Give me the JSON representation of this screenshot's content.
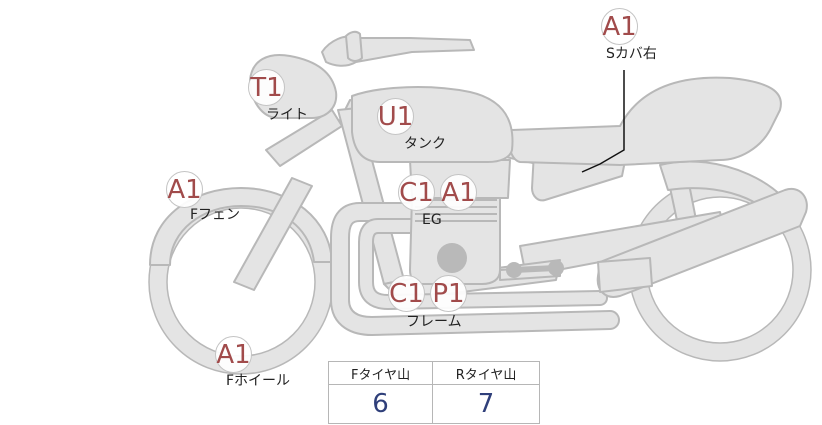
{
  "parts": {
    "light": {
      "code": "T1",
      "label": "ライト"
    },
    "tank": {
      "code": "U1",
      "label": "タンク"
    },
    "side_cover_right": {
      "code": "A1",
      "label": "Sカバ右"
    },
    "front_fender": {
      "code": "A1",
      "label": "Fフェン"
    },
    "engine": {
      "codes": [
        "C1",
        "A1"
      ],
      "label": "EG"
    },
    "frame": {
      "codes": [
        "C1",
        "P1"
      ],
      "label": "フレーム"
    },
    "front_wheel": {
      "code": "A1",
      "label": "Fホイール"
    }
  },
  "tire_table": {
    "headers": [
      "Fタイヤ山",
      "Rタイヤ山"
    ],
    "values": [
      "6",
      "7"
    ]
  },
  "colors": {
    "code_text": "#a14b4b",
    "value_text": "#2f3f7a",
    "bike_fill": "#e4e4e4",
    "bike_stroke": "#b8b8b8"
  }
}
